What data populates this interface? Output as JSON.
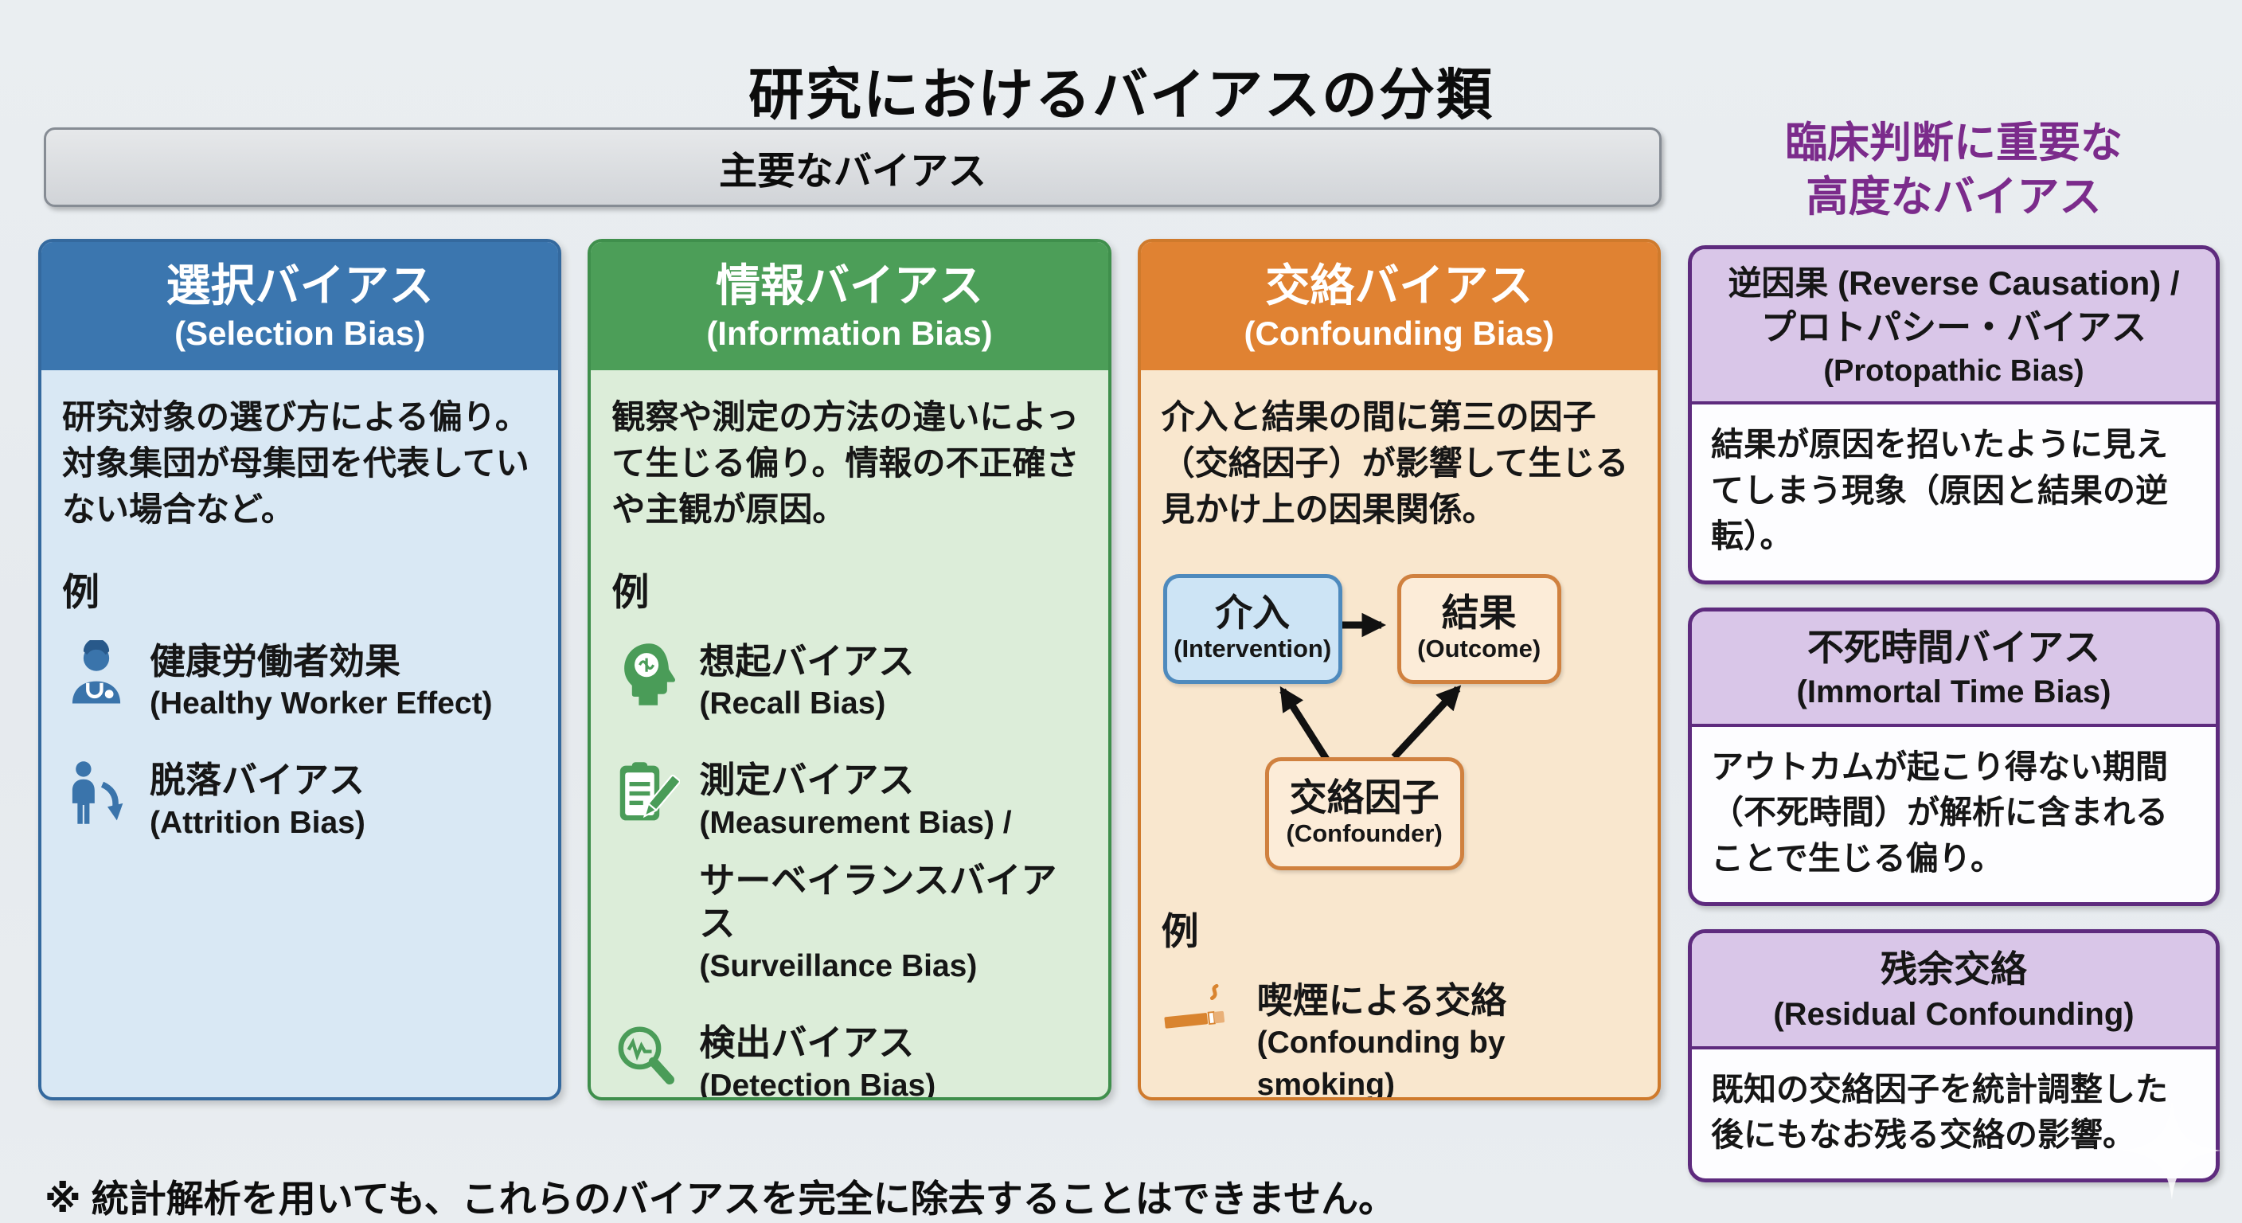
{
  "page": {
    "title": "研究におけるバイアスの分類",
    "footnote": "※ 統計解析を用いても、これらのバイアスを完全に除去することはできません。"
  },
  "major": {
    "label": "主要なバイアス"
  },
  "columns": [
    {
      "id": "selection",
      "title_ja": "選択バイアス",
      "title_en": "(Selection Bias)",
      "description": "研究対象の選び方による偏り。対象集団が母集団を代表していない場合など。",
      "examples_label": "例",
      "examples": [
        {
          "icon": "doctor-icon",
          "ja": "健康労働者効果",
          "en": "(Healthy Worker Effect)"
        },
        {
          "icon": "person-dropout-icon",
          "ja": "脱落バイアス",
          "en": "(Attrition Bias)"
        }
      ]
    },
    {
      "id": "information",
      "title_ja": "情報バイアス",
      "title_en": "(Information Bias)",
      "description": "観察や測定の方法の違いによって生じる偏り。情報の不正確さや主観が原因。",
      "examples_label": "例",
      "examples": [
        {
          "icon": "brain-head-icon",
          "ja": "想起バイアス",
          "en": "(Recall Bias)"
        },
        {
          "icon": "clipboard-pencil-icon",
          "ja": "測定バイアス",
          "en": "(Measurement Bias) /",
          "ja2": "サーベイランスバイアス",
          "en2": "(Surveillance Bias)"
        },
        {
          "icon": "magnifier-wave-icon",
          "ja": "検出バイアス",
          "en": "(Detection Bias)"
        }
      ]
    },
    {
      "id": "confounding",
      "title_ja": "交絡バイアス",
      "title_en": "(Confounding Bias)",
      "description": "介入と結果の間に第三の因子（交絡因子）が影響して生じる見かけ上の因果関係。",
      "diagram": {
        "intervention_ja": "介入",
        "intervention_en": "(Intervention)",
        "outcome_ja": "結果",
        "outcome_en": "(Outcome)",
        "confounder_ja": "交絡因子",
        "confounder_en": "(Confounder)"
      },
      "examples_label": "例",
      "examples": [
        {
          "icon": "cigarette-icon",
          "ja": "喫煙による交絡",
          "en": "(Confounding by smoking)"
        }
      ]
    }
  ],
  "advanced": {
    "title_line1": "臨床判断に重要な",
    "title_line2": "高度なバイアス",
    "boxes": [
      {
        "header_lines": [
          "逆因果 (Reverse Causation) /",
          "プロトパシー・バイアス",
          "(Protopathic Bias)"
        ],
        "body": "結果が原因を招いたように見えてしまう現象（原因と結果の逆転）。"
      },
      {
        "header_lines": [
          "不死時間バイアス",
          "(Immortal Time Bias)"
        ],
        "body": "アウトカムが起こり得ない期間（不死時間）が解析に含まれることで生じる偏り。"
      },
      {
        "header_lines": [
          "残余交絡",
          "(Residual Confounding)"
        ],
        "body": "既知の交絡因子を統計調整した後にもなお残る交絡の影響。"
      }
    ]
  },
  "colors": {
    "background": "#e8ecef",
    "selection_header": "#3b76af",
    "selection_body": "#d9e8f4",
    "information_header": "#4c9e58",
    "information_body": "#dcedd9",
    "confounding_header": "#e08232",
    "confounding_body": "#f9e7ce",
    "intervention_node_fill": "#cde4f5",
    "intervention_node_border": "#4e8abd",
    "outcome_node_border": "#d0813f",
    "advanced_border": "#5e2b7e",
    "advanced_header_bg": "#d9c6e8",
    "advanced_title_text": "#7b2b8b",
    "banner_bg": "#d4d7db",
    "arrow": "#111111"
  }
}
